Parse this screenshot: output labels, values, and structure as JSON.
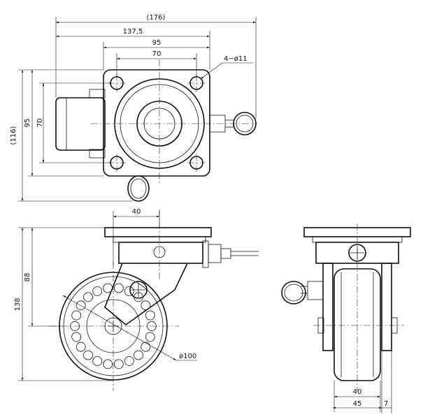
{
  "top_view": {
    "dim_total_width": "(176)",
    "dim_plate_to_lever": "137,5",
    "dim_plate_width": "95",
    "dim_hole_pitch_x": "70",
    "dim_hole_callout": "4−ø11",
    "dim_total_height": "(116)",
    "dim_plate_height": "95",
    "dim_hole_pitch_y": "70"
  },
  "front_view": {
    "dim_offset": "40",
    "dim_overall_height": "138",
    "dim_swivel_height": "88",
    "dim_wheel_diameter": "ø100"
  },
  "side_view": {
    "dim_tread_width": "40",
    "dim_wheel_width": "45",
    "dim_axle_protrusion": "7"
  }
}
